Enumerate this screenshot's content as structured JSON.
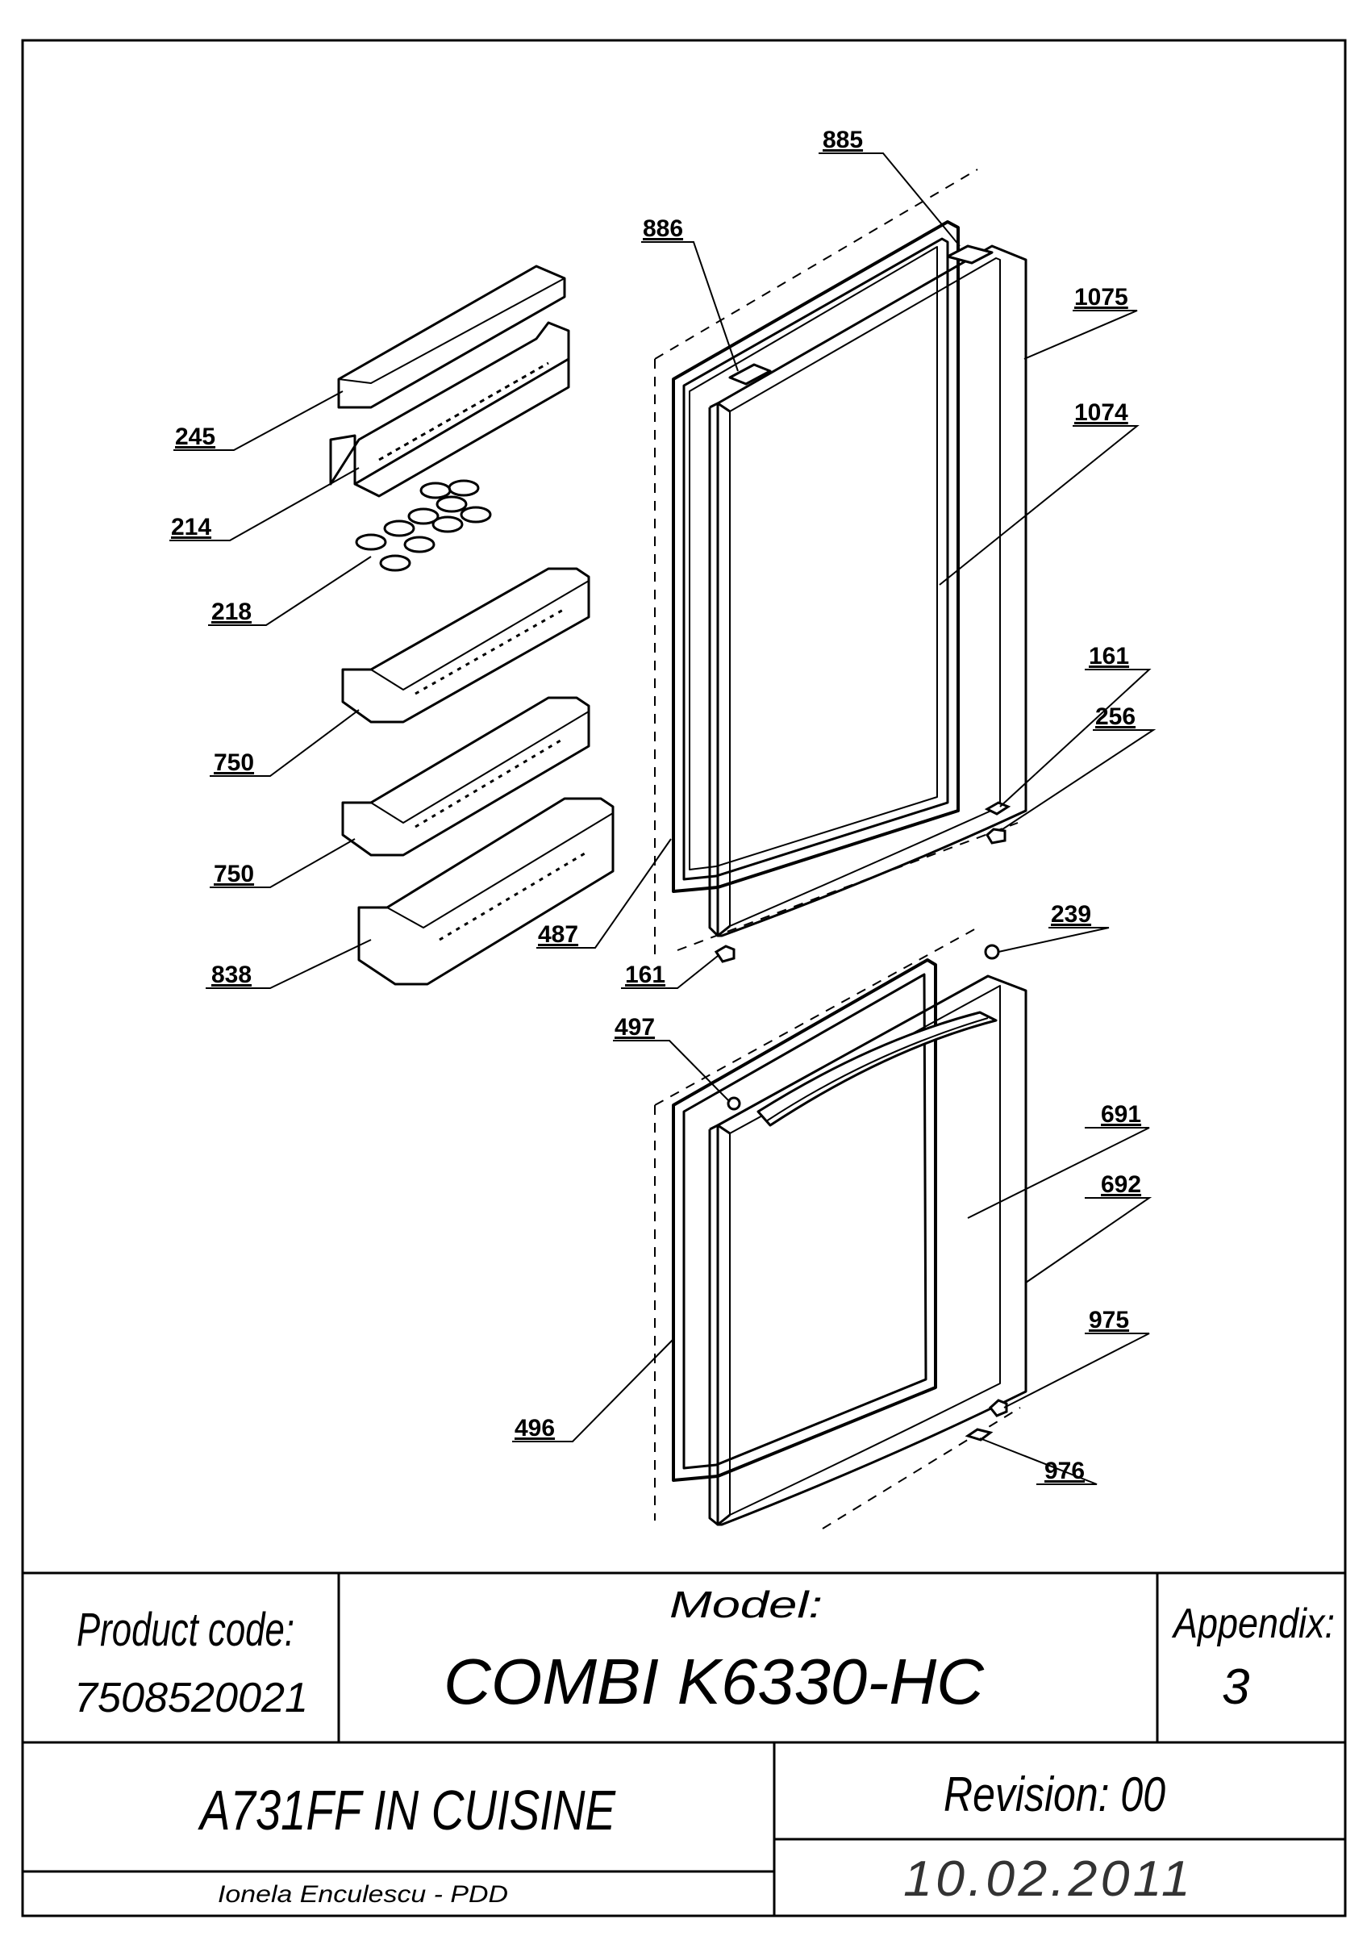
{
  "parts": {
    "p885": "885",
    "p886": "886",
    "p1075": "1075",
    "p1074": "1074",
    "p245": "245",
    "p214": "214",
    "p218": "218",
    "p750a": "750",
    "p750b": "750",
    "p838": "838",
    "p487": "487",
    "p161a": "161",
    "p256": "256",
    "p161b": "161",
    "p239": "239",
    "p497": "497",
    "p691": "691",
    "p692": "692",
    "p975": "975",
    "p496": "496",
    "p976": "976"
  },
  "title_block": {
    "product_code_label": "Product code:",
    "product_code": "7508520021",
    "model_label": "Model:",
    "model": "COMBI K6330-HC",
    "appendix_label": "Appendix:",
    "appendix": "3",
    "description": "A731FF IN CUISINE",
    "revision": "Revision: 00",
    "author": "Ionela Enculescu - PDD",
    "date": "10.02.2011"
  }
}
